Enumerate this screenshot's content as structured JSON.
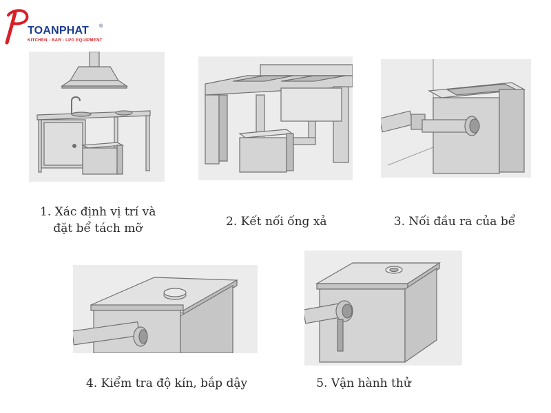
{
  "brand": {
    "name": "TOANPHAT",
    "registered": "®",
    "tagline": "KITCHEN - BAR - LPG EQUIPMENT",
    "colors": {
      "primary": "#1b3b8f",
      "accent": "#d81f26"
    }
  },
  "steps": [
    {
      "icon": "kitchen-island-with-grease-trap-illustration",
      "caption_line1": "1. Xác định vị trí và",
      "caption_line2": "đặt bể tách mỡ"
    },
    {
      "icon": "sink-drain-pipe-connection-illustration",
      "caption": "2. Kết nối ống xả"
    },
    {
      "icon": "tank-outlet-pipe-illustration",
      "caption": "3. Nối đầu ra của bể"
    },
    {
      "icon": "tank-lid-seal-inspection-illustration",
      "caption": "4. Kiểm tra độ kín, bắp dậy"
    },
    {
      "icon": "test-run-illustration",
      "caption": "5. Vận hành thử"
    }
  ]
}
